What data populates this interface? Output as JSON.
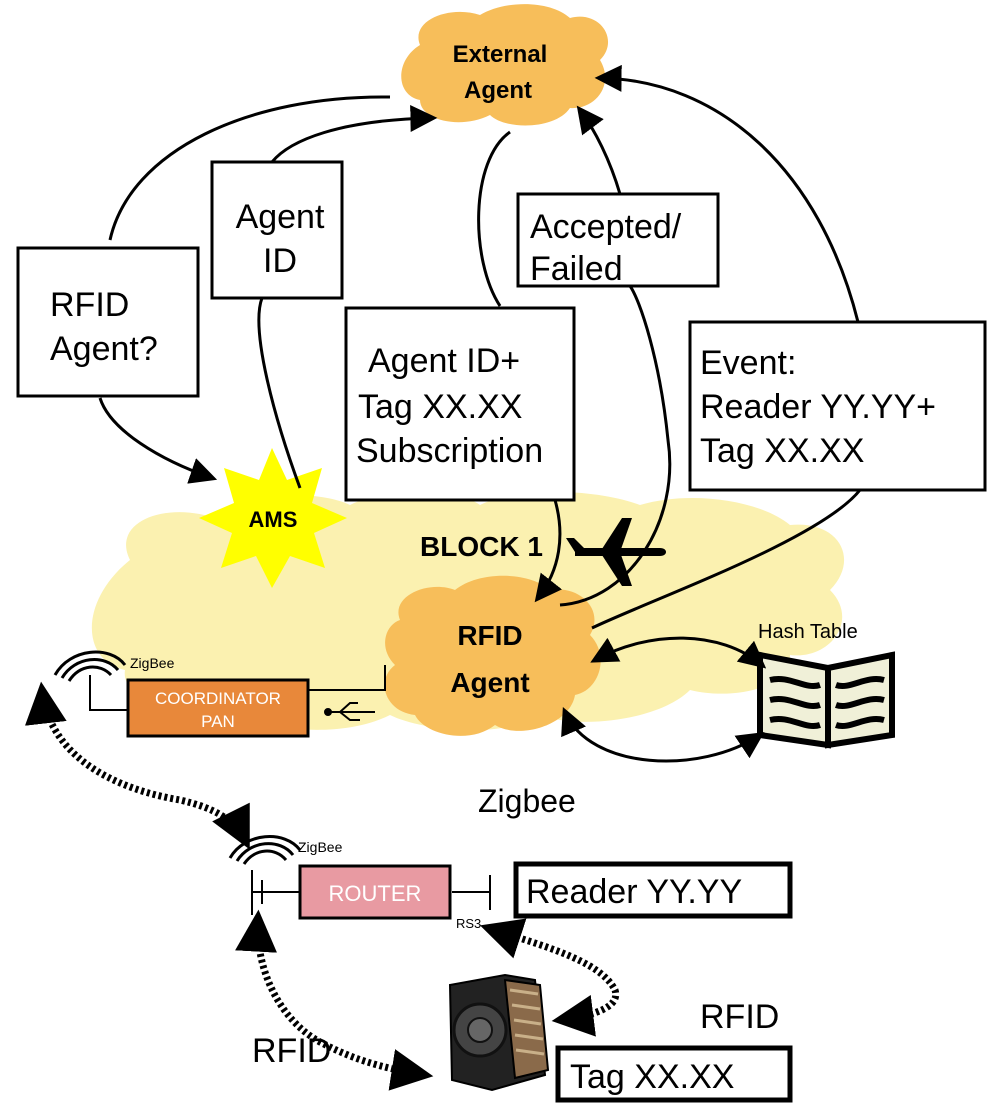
{
  "diagram": {
    "external_agent": [
      "External",
      "Agent"
    ],
    "rfid_agent": [
      "RFID",
      "Agent"
    ],
    "ams": "AMS",
    "block": "BLOCK 1",
    "hash_table": "Hash Table",
    "zigbee": "Zigbee",
    "zigbee_small_coordinator": "ZigBee",
    "zigbee_small_router": "ZigBee",
    "coordinator": [
      "COORDINATOR",
      "PAN"
    ],
    "router": "ROUTER",
    "rs_label": "RS3",
    "rfid_agent_query": [
      "RFID",
      "Agent?"
    ],
    "agent_id": [
      "Agent",
      "ID"
    ],
    "subscription": [
      "Agent ID+",
      "Tag XX.XX",
      "Subscription"
    ],
    "accepted": [
      "Accepted/",
      "Failed"
    ],
    "event": [
      "Event:",
      "Reader YY.YY+",
      "Tag XX.XX"
    ],
    "reader": "Reader YY.YY",
    "rfid_right": "RFID",
    "tag": "Tag XX.XX",
    "rfid_left": "RFID"
  },
  "colors": {
    "cloud_big": "#fbf1b0",
    "agent_cloud": "#f7be5a",
    "ams_star": "#ffff00",
    "coordinator_fill": "#e8883a",
    "router_fill": "#e89aa2",
    "hash_table_fill": "#f0f0d8"
  }
}
